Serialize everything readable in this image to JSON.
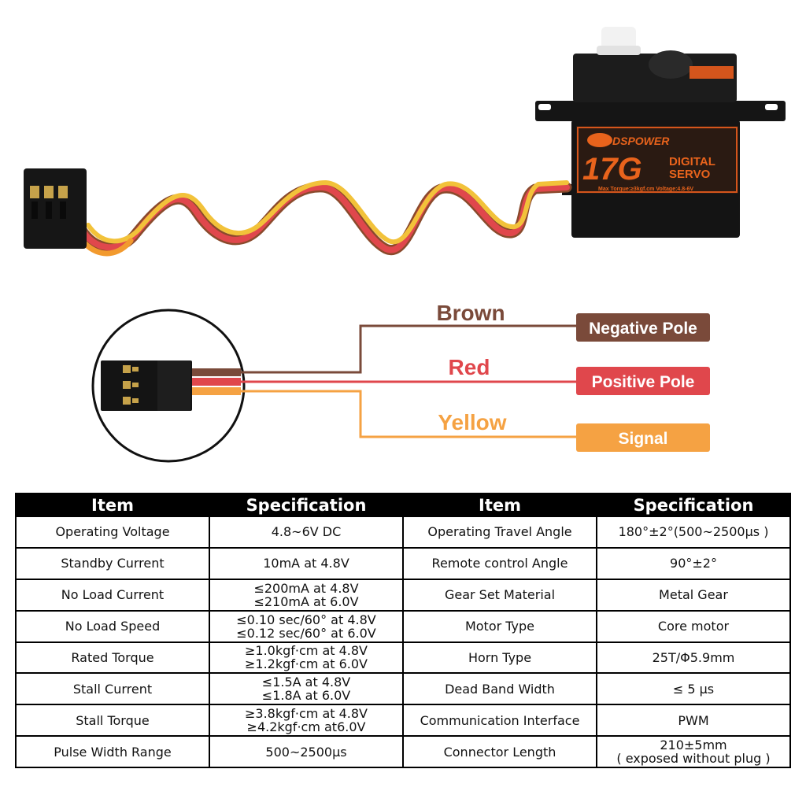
{
  "servo": {
    "brand": "DSPOWER",
    "model": "17G",
    "type_line1": "DIGITAL",
    "type_line2": "SERVO",
    "ratings": "Max Torque:≥3kgf.cm  Voltage:4.8-6V"
  },
  "wiring": [
    {
      "color_name": "Brown",
      "function": "Negative Pole",
      "color": "#7a4a3a"
    },
    {
      "color_name": "Red",
      "function": "Positive Pole",
      "color": "#e0474c"
    },
    {
      "color_name": "Yellow",
      "function": "Signal",
      "color": "#f5a243"
    }
  ],
  "table": {
    "headers": [
      "Item",
      "Specification",
      "Item",
      "Specification"
    ],
    "rows": [
      {
        "item1": "Operating  Voltage",
        "spec1": [
          "4.8~6V DC"
        ],
        "item2": "Operating Travel Angle",
        "spec2": [
          "180°±2°(500~2500μs )"
        ]
      },
      {
        "item1": "Standby Current",
        "spec1": [
          "10mA at 4.8V"
        ],
        "item2": "Remote control Angle",
        "spec2": [
          "90°±2°"
        ]
      },
      {
        "item1": "No Load Current",
        "spec1": [
          "≤200mA at 4.8V",
          "≤210mA at 6.0V"
        ],
        "item2": "Gear Set Material",
        "spec2": [
          "Metal Gear"
        ]
      },
      {
        "item1": "No Load Speed",
        "spec1": [
          "≤0.10 sec/60° at 4.8V",
          "≤0.12 sec/60° at 6.0V"
        ],
        "item2": "Motor Type",
        "spec2": [
          "Core motor"
        ]
      },
      {
        "item1": "Rated  Torque",
        "spec1": [
          "≥1.0kgf·cm at 4.8V",
          "≥1.2kgf·cm at 6.0V"
        ],
        "item2": "Horn Type",
        "spec2": [
          "25T/Φ5.9mm"
        ]
      },
      {
        "item1": "Stall Current",
        "spec1": [
          "≤1.5A at 4.8V",
          "≤1.8A at 6.0V"
        ],
        "item2": "Dead Band Width",
        "spec2": [
          "≤ 5 μs"
        ]
      },
      {
        "item1": "Stall Torque",
        "spec1": [
          "≥3.8kgf·cm  at 4.8V",
          "≥4.2kgf·cm  at6.0V"
        ],
        "item2": "Communication Interface",
        "spec2": [
          "PWM"
        ]
      },
      {
        "item1": "Pulse Width Range",
        "spec1": [
          "500~2500μs"
        ],
        "item2": "Connector Length",
        "spec2": [
          "210±5mm",
          "( exposed without plug )"
        ]
      }
    ]
  }
}
